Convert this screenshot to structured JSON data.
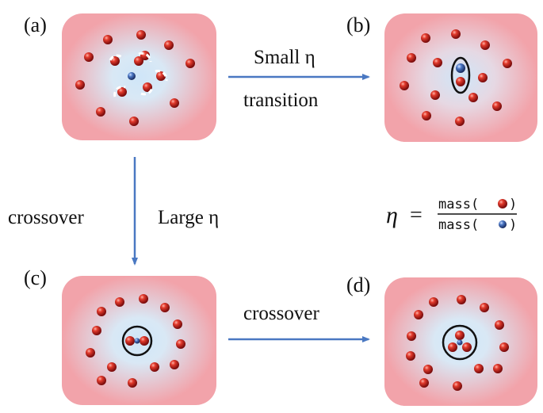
{
  "panels": {
    "a": {
      "label": "(a)"
    },
    "b": {
      "label": "(b)"
    },
    "c": {
      "label": "(c)"
    },
    "d": {
      "label": "(d)"
    }
  },
  "arrows": {
    "a_to_b": {
      "line1": "Small η",
      "line2": "transition"
    },
    "a_to_c": {
      "left": "crossover",
      "right": "Large η"
    },
    "c_to_d": {
      "text": "crossover"
    }
  },
  "definition": {
    "symbol": "η",
    "equals": "=",
    "numerator": "mass(",
    "numerator_close": ")",
    "denominator": "mass(",
    "denominator_close": ")"
  },
  "colors": {
    "panel_fill": "#f2a3aa",
    "glow_center": "#bfe0f6",
    "red_particle": "#d21f1f",
    "blue_particle": "#3c66b0",
    "arrow": "#4a78c2"
  }
}
